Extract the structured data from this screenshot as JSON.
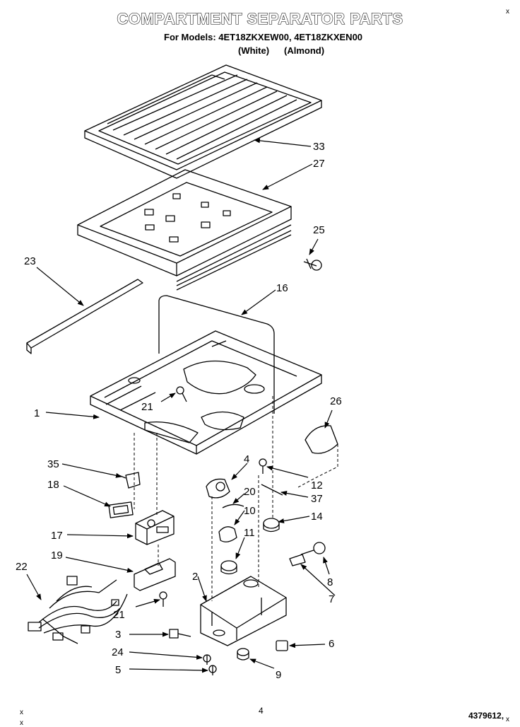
{
  "title": "COMPARTMENT SEPARATOR PARTS",
  "models_line": "For Models: 4ET18ZKXEW00, 4ET18ZKXEN00",
  "colors": {
    "white": "(White)",
    "almond": "(Almond)"
  },
  "page_number": "4",
  "document_number": "4379612,",
  "corner_marks": [
    "x",
    "x",
    "x",
    "x"
  ],
  "callouts": [
    "33",
    "27",
    "25",
    "23",
    "16",
    "21",
    "1",
    "26",
    "35",
    "4",
    "12",
    "18",
    "20",
    "37",
    "10",
    "14",
    "17",
    "11",
    "19",
    "22",
    "8",
    "2",
    "7",
    "21",
    "3",
    "6",
    "24",
    "9",
    "5"
  ]
}
